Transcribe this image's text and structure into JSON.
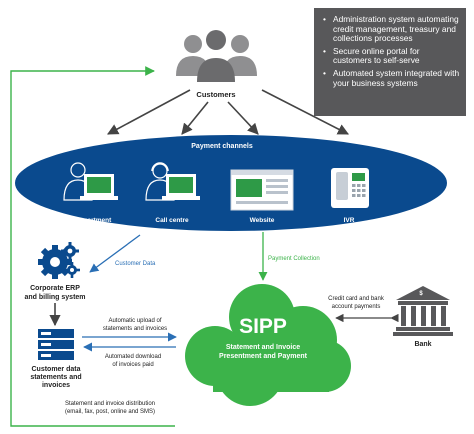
{
  "info_box": {
    "bullets": [
      "Administration system automating credit management, treasury and collections processes",
      "Secure online portal for customers to self-serve",
      "Automated system integrated with your business systems"
    ]
  },
  "customers": {
    "label": "Customers"
  },
  "payment_channels": {
    "title": "Payment channels",
    "items": [
      "AR department",
      "Call centre",
      "Website",
      "IVR"
    ]
  },
  "flows": {
    "customer_data": "Customer Data",
    "payment_collection": "Payment Collection",
    "upload": [
      "Automatic upload of",
      "statements and invoices"
    ],
    "download": [
      "Automated download",
      "of invoices paid"
    ],
    "bank_payments": [
      "Credit card and bank",
      "account payments"
    ],
    "distribution": [
      "Statement and invoice distribution",
      "(email, fax, post, online and SMS)"
    ]
  },
  "erp": {
    "label": [
      "Corporate ERP",
      "and billing system"
    ]
  },
  "customer_data": {
    "label": [
      "Customer data",
      "statements and",
      "invoices"
    ]
  },
  "sipp": {
    "title": "SIPP",
    "subtitle": [
      "Statement and Invoice",
      "Presentment and Payment"
    ]
  },
  "bank": {
    "label": "Bank"
  },
  "colors": {
    "navy": "#0a4a8e",
    "green": "#3cb34a",
    "grey": "#58585a",
    "arrow": "#444444"
  }
}
